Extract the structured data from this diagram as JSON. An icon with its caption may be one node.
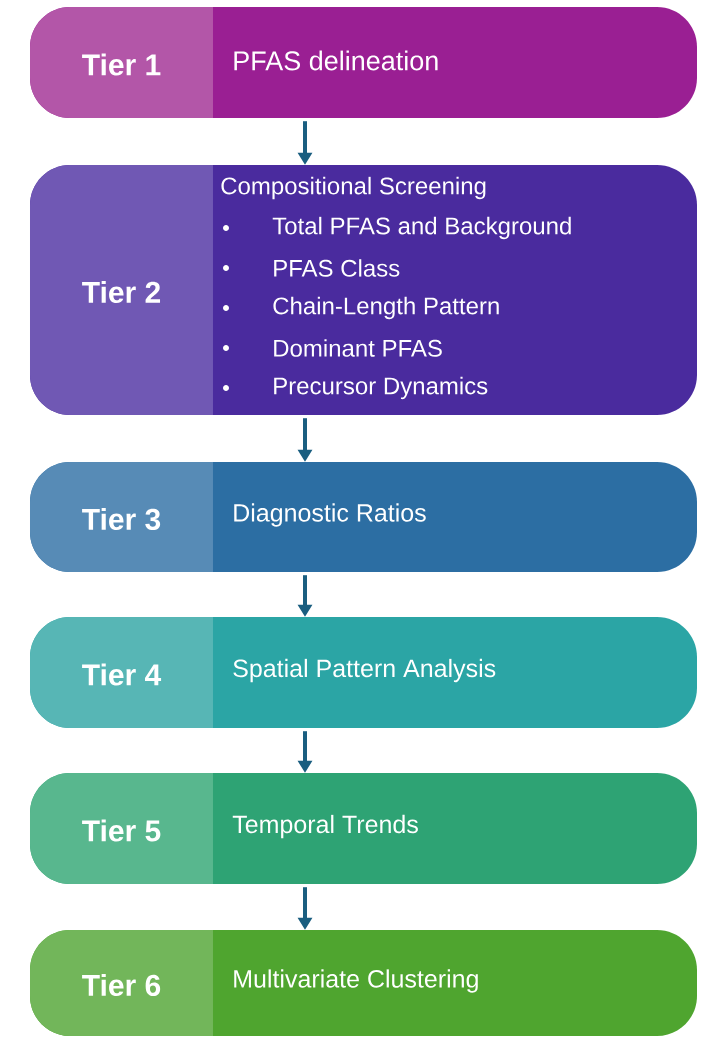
{
  "diagram": {
    "nodes": [
      {
        "text": [
          "Tier 1",
          "PFAS delineation"
        ]
      },
      {
        "text": [
          "Tier 2",
          "Compositional Screening",
          "Total PFAS and Background",
          "PFAS Class",
          "Chain-Length Pattern",
          "Dominant PFAS",
          "Precursor Dynamics"
        ]
      },
      {
        "text": [
          "Tier 3",
          "Diagnostic Ratios"
        ]
      },
      {
        "text": [
          "Tier 4",
          "Spatial Pattern Analysis"
        ]
      },
      {
        "text": [
          "Tier 5",
          "Temporal Trends"
        ]
      },
      {
        "text": [
          "Tier 6",
          "Multivariate Clustering"
        ]
      }
    ],
    "edges": [
      {
        "from": 0,
        "to": 1,
        "arrow": "to"
      },
      {
        "from": 1,
        "to": 2,
        "arrow": "to"
      },
      {
        "from": 2,
        "to": 3,
        "arrow": "to"
      },
      {
        "from": 3,
        "to": 4,
        "arrow": "to"
      },
      {
        "from": 4,
        "to": 5,
        "arrow": "to"
      }
    ]
  }
}
